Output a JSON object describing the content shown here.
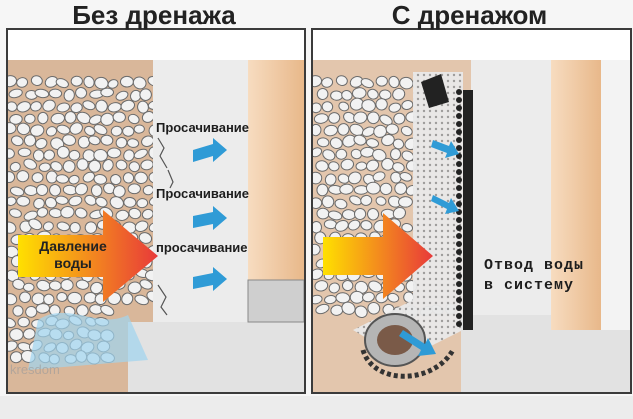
{
  "panels": {
    "left": {
      "title": "Без дренажа"
    },
    "right": {
      "title": "С дренажом"
    }
  },
  "left_labels": {
    "seepage_1": "Просачивание",
    "seepage_2": "Просачивание",
    "seepage_3": "просачивание",
    "pressure_line1": "Давление",
    "pressure_line2": "воды"
  },
  "right_labels": {
    "drain_line1": "Отвод воды",
    "drain_line2": "в систему"
  },
  "watermark": "kresdom",
  "colors": {
    "gravel_fill": "#f2f2f2",
    "gravel_stroke": "#6b6b6b",
    "wall": "#e9e9e9",
    "brick": "#f0c8a0",
    "arrow_start": "#ffe000",
    "arrow_end": "#e8393a",
    "water": "#2f9bd6",
    "membrane": "#222222"
  }
}
